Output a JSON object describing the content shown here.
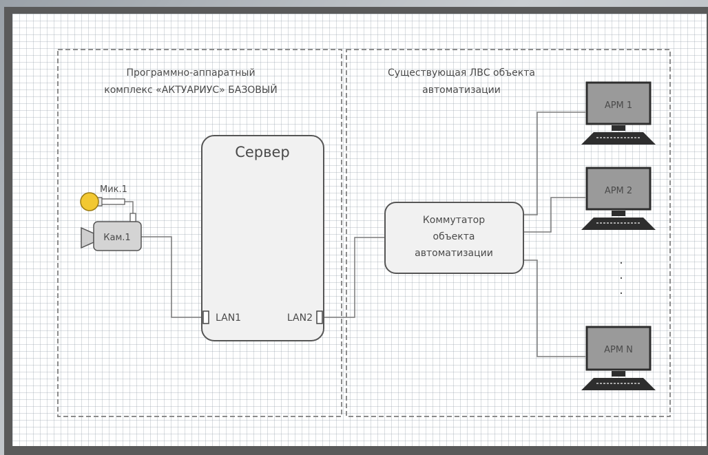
{
  "groups": {
    "left_line1": "Программно-аппаратный",
    "left_line2": "комплекс «АКТУАРИУС» БАЗОВЫЙ",
    "right_line1": "Существующая ЛВС объекта",
    "right_line2": "автоматизации"
  },
  "server": {
    "title": "Сервер",
    "lan1": "LAN1",
    "lan2": "LAN2"
  },
  "mic": {
    "label": "Мик.1"
  },
  "camera": {
    "label": "Кам.1"
  },
  "switch": {
    "line1": "Коммутатор",
    "line2": "объекта",
    "line3": "автоматизации"
  },
  "workstations": [
    {
      "label": "АРМ 1"
    },
    {
      "label": "АРМ 2"
    },
    {
      "label": "АРМ N"
    }
  ],
  "ellipsis": [
    "·",
    "·",
    "·"
  ]
}
